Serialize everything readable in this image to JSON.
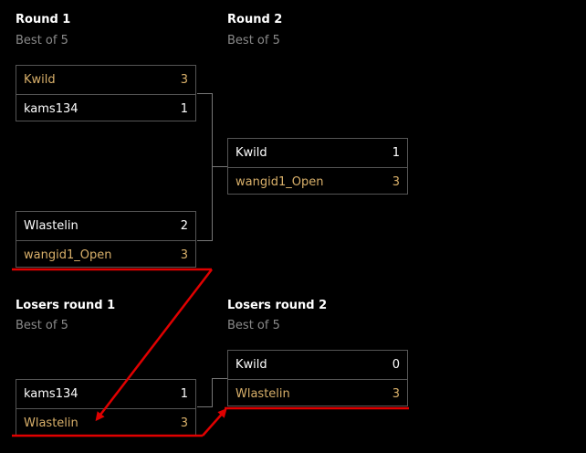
{
  "rounds": {
    "r1": {
      "title": "Round 1",
      "subtitle": "Best of 5"
    },
    "r2": {
      "title": "Round 2",
      "subtitle": "Best of 5"
    },
    "l1": {
      "title": "Losers round 1",
      "subtitle": "Best of 5"
    },
    "l2": {
      "title": "Losers round 2",
      "subtitle": "Best of 5"
    }
  },
  "matches": {
    "r1m1": [
      {
        "name": "Kwild",
        "score": "3",
        "winner": true
      },
      {
        "name": "kams134",
        "score": "1",
        "winner": false
      }
    ],
    "r1m2": [
      {
        "name": "Wlastelin",
        "score": "2",
        "winner": false
      },
      {
        "name": "wangid1_Open",
        "score": "3",
        "winner": true
      }
    ],
    "r2m1": [
      {
        "name": "Kwild",
        "score": "1",
        "winner": false
      },
      {
        "name": "wangid1_Open",
        "score": "3",
        "winner": true
      }
    ],
    "l1m1": [
      {
        "name": "kams134",
        "score": "1",
        "winner": false
      },
      {
        "name": "Wlastelin",
        "score": "3",
        "winner": true
      }
    ],
    "l2m1": [
      {
        "name": "Kwild",
        "score": "0",
        "winner": false
      },
      {
        "name": "Wlastelin",
        "score": "3",
        "winner": true
      }
    ]
  },
  "colors": {
    "winner": "#d9b06a",
    "loser": "#ffffff",
    "annotation": "#e00000"
  }
}
